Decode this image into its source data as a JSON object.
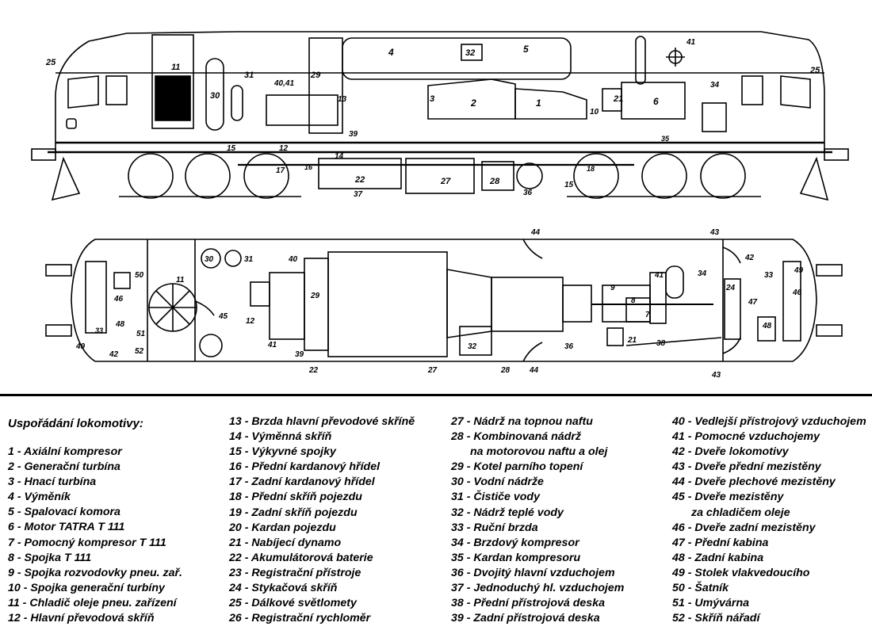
{
  "legend": {
    "title": "Uspořádání lokomotivy:",
    "col1": [
      "1 -  Axiální kompresor",
      "2 - Generační turbína",
      "3 - Hnací turbína",
      "4 - Výměník",
      "5 - Spalovací komora",
      "6 - Motor TATRA T 111",
      "7 - Pomocný kompresor T 111",
      "8 - Spojka T 111",
      "9 - Spojka rozvodovky pneu. zař.",
      "10 - Spojka generační turbíny",
      "11 - Chladič oleje pneu. zařízení",
      "12 - Hlavní převodová skříň"
    ],
    "col2": [
      "13 - Brzda hlavní převodové skříně",
      "14 - Výměnná skříň",
      "15 - Výkyvné spojky",
      "16 - Přední kardanový hřídel",
      "17 - Zadní kardanový hřídel",
      "18 - Přední skříň pojezdu",
      "19 - Zadní skříň pojezdu",
      "20 - Kardan pojezdu",
      "21 - Nabíjecí dynamo",
      "22 - Akumulátorová baterie",
      "23 - Registrační přístroje",
      "24 - Stykačová skříň",
      "25 - Dálkové světlomety",
      "26 - Registrační rychloměr"
    ],
    "col3": [
      "27 - Nádrž na topnou naftu",
      "28 - Kombinovaná nádrž",
      "na motorovou naftu a olej",
      "29 - Kotel parního topení",
      "30 - Vodní nádrže",
      "31 - Čističe vody",
      "32 - Nádrž teplé vody",
      "33 - Ruční brzda",
      "34 - Brzdový kompresor",
      "35 - Kardan kompresoru",
      "36 - Dvojitý hlavní vzduchojem",
      "37 - Jednoduchý hl. vzduchojem",
      "38 - Přední přístrojová deska",
      "39 - Zadní přístrojová deska"
    ],
    "col4": [
      "40 - Vedlejší přístrojový vzduchojem",
      "41 - Pomocné vzduchojemy",
      "42 - Dveře lokomotivy",
      "43 - Dveře přední mezistěny",
      "44 - Dveře plechové mezistěny",
      "45 - Dveře mezistěny",
      "za chladičem oleje",
      "46 - Dveře zadní mezistěny",
      "47 - Přední kabina",
      "48 - Zadní kabina",
      "49 - Stolek vlakvedoucího",
      "50 - Šatník",
      "51 - Umývárna",
      "52 - Skříň nářadí"
    ]
  },
  "side_labels": [
    "25",
    "11",
    "31",
    "30",
    "40,41",
    "29",
    "4",
    "32",
    "5",
    "41",
    "34",
    "25",
    "13",
    "3",
    "2",
    "1",
    "10",
    "21",
    "6",
    "39",
    "15",
    "12",
    "14",
    "16",
    "22",
    "27",
    "28",
    "18",
    "15",
    "36",
    "37",
    "17",
    "35"
  ],
  "top_labels": [
    "44",
    "43",
    "30",
    "31",
    "40",
    "42",
    "50",
    "11",
    "46",
    "33",
    "49",
    "29",
    "12",
    "45",
    "48",
    "51",
    "41",
    "33",
    "52",
    "42",
    "49",
    "39",
    "22",
    "27",
    "28",
    "44",
    "32",
    "36",
    "9",
    "8",
    "41",
    "34",
    "7",
    "24",
    "47",
    "46",
    "43",
    "21",
    "38",
    "48"
  ]
}
